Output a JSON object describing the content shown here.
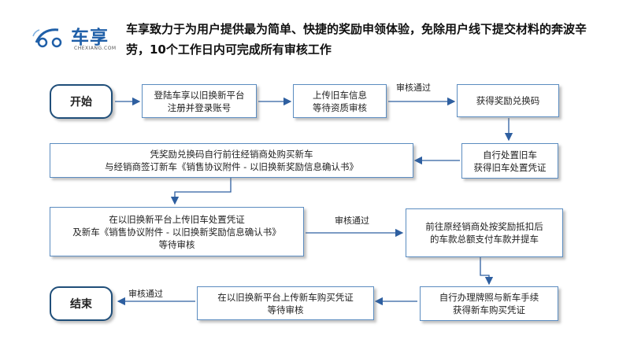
{
  "logo": {
    "text": "车享",
    "subtext": "CHEXIANG.COM"
  },
  "headline": "车享致力于为用户提供最为简单、快捷的奖励申领体验，免除用户线下提交材料的奔波辛劳，10个工作日内可完成所有审核工作",
  "flow": {
    "start": "开始",
    "end": "结束",
    "step1": "登陆车享以旧换新平台\n注册并登录账号",
    "step2": "上传旧车信息\n等待资质审核",
    "step3": "获得奖励兑换码",
    "step4": "自行处置旧车\n获得旧车处置凭证",
    "step5": "凭奖励兑换码自行前往经销商处购买新车\n与经销商签订新车《销售协议附件 - 以旧换新奖励信息确认书》",
    "step6": "在以旧换新平台上传旧车处置凭证\n及新车《销售协议附件 - 以旧换新奖励信息确认书》\n等待审核",
    "step7": "前往原经销商处按奖励抵扣后\n的车款总额支付车款并提车",
    "step8": "自行办理牌照与新车手续\n获得新车购买凭证",
    "step9": "在以旧换新平台上传新车购买凭证\n等待审核",
    "review_label_1": "审核通过",
    "review_label_2": "审核通过",
    "review_label_3": "审核通过"
  },
  "colors": {
    "arrow": "#2e5fa0",
    "border": "#5b8cc0",
    "brand": "#1f5fa8"
  }
}
